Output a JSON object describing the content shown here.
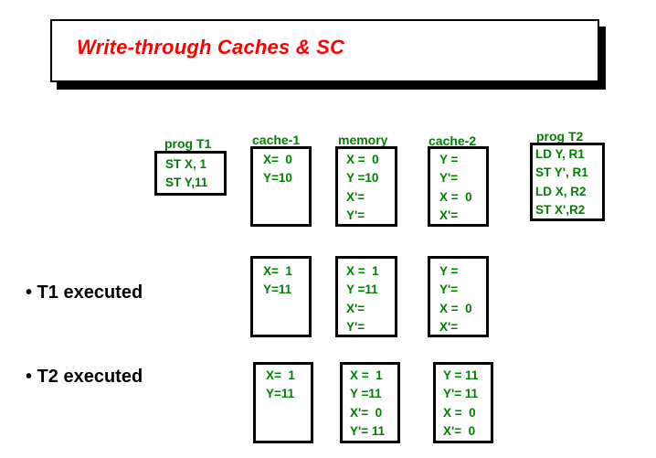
{
  "title": "Write-through Caches & SC",
  "headers": {
    "prog_t1": "prog T1",
    "cache1": "cache-1",
    "memory": "memory",
    "cache2": "cache-2",
    "prog_t2": "prog T2"
  },
  "prog_t1": [
    "ST X, 1",
    "ST Y,11"
  ],
  "prog_t2": [
    "LD Y, R1",
    "ST Y', R1",
    "LD X, R2",
    "ST X',R2"
  ],
  "rows": [
    {
      "label": "",
      "cache1": [
        "X=  0",
        "Y=10"
      ],
      "memory": [
        "X =  0",
        "Y =10",
        "X'=",
        "Y'="
      ],
      "cache2": [
        "Y =",
        "Y'=",
        "X =  0",
        "X'="
      ]
    },
    {
      "label": "• T1 executed",
      "cache1": [
        "X=  1",
        "Y=11"
      ],
      "memory": [
        "X =  1",
        "Y =11",
        "X'=",
        "Y'="
      ],
      "cache2": [
        "Y =",
        "Y'=",
        "X =  0",
        "X'="
      ]
    },
    {
      "label": "• T2 executed",
      "cache1": [
        "X=  1",
        "Y=11"
      ],
      "memory": [
        "X =  1",
        "Y =11",
        "X'=  0",
        "Y'= 11"
      ],
      "cache2": [
        "Y = 11",
        "Y'= 11",
        "X =  0",
        "X'=  0"
      ]
    }
  ]
}
